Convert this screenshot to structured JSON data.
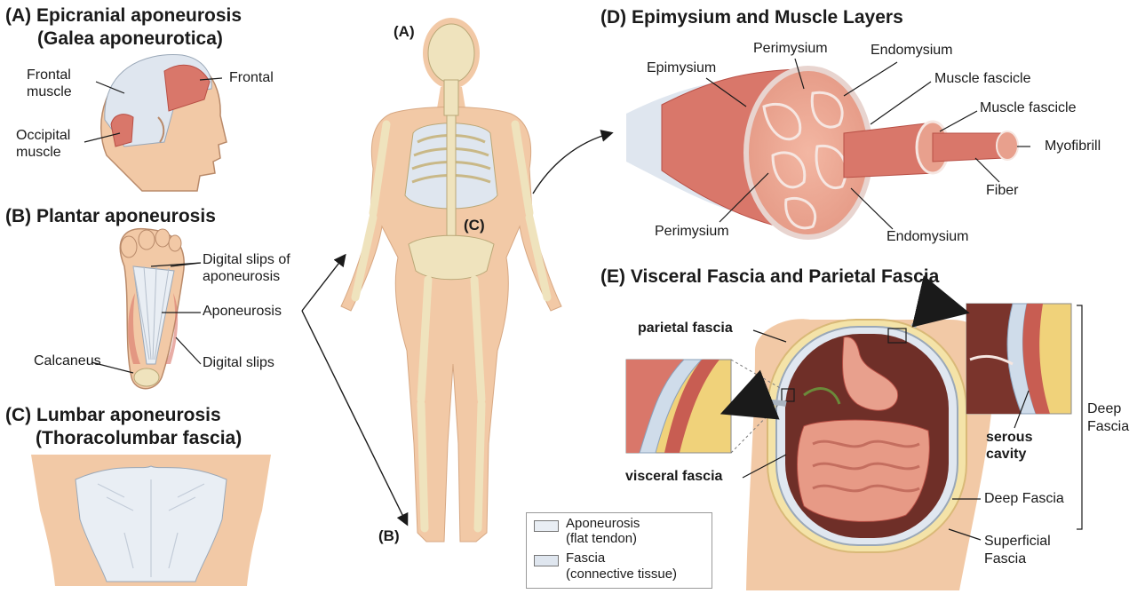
{
  "panels": {
    "a": {
      "title_1": "(A) Epicranial aponeurosis",
      "title_2": "(Galea aponeurotica)",
      "labels": {
        "frontal_muscle_1": "Frontal",
        "frontal_muscle_2": "muscle",
        "frontal": "Frontal",
        "occipital_1": "Occipital",
        "occipital_2": "muscle"
      }
    },
    "b": {
      "title": "(B) Plantar aponeurosis",
      "labels": {
        "digital_slips_of_1": "Digital slips of",
        "digital_slips_of_2": "aponeurosis",
        "aponeurosis": "Aponeurosis",
        "calcaneus": "Calcaneus",
        "digital_slips": "Digital slips"
      }
    },
    "c": {
      "title_1": "(C) Lumbar aponeurosis",
      "title_2": "(Thoracolumbar fascia)"
    },
    "body": {
      "marker_a": "(A)",
      "marker_b": "(B)",
      "marker_c": "(C)"
    },
    "d": {
      "title": "(D) Epimysium and Muscle Layers",
      "labels": {
        "epimysium": "Epimysium",
        "perimysium_top": "Perimysium",
        "endomysium_top": "Endomysium",
        "muscle_fascicle_1": "Muscle fascicle",
        "muscle_fascicle_2": "Muscle fascicle",
        "myofibrill": "Myofibrill",
        "fiber": "Fiber",
        "perimysium_bottom": "Perimysium",
        "endomysium_bottom": "Endomysium"
      }
    },
    "e": {
      "title": "(E) Visceral Fascia and Parietal Fascia",
      "labels": {
        "parietal_fascia": "parietal fascia",
        "visceral_fascia": "visceral fascia",
        "serous_1": "serous",
        "serous_2": "cavity",
        "deep_fascia": "Deep Fascia",
        "superficial_1": "Superficial",
        "superficial_2": "Fascia",
        "deep_bracket_1": "Deep",
        "deep_bracket_2": "Fascia"
      }
    }
  },
  "legend": {
    "aponeurosis_1": "Aponeurosis",
    "aponeurosis_2": "(flat tendon)",
    "fascia_1": "Fascia",
    "fascia_2": "(connective tissue)"
  },
  "colors": {
    "skin": "#f2c9a6",
    "bone": "#efe3bd",
    "muscle": "#d9776a",
    "muscle_dark": "#b84f45",
    "fascia": "#dfe6ef",
    "aponeurosis": "#e9eef4",
    "organ": "#e79a86",
    "liver": "#8a3d33"
  }
}
